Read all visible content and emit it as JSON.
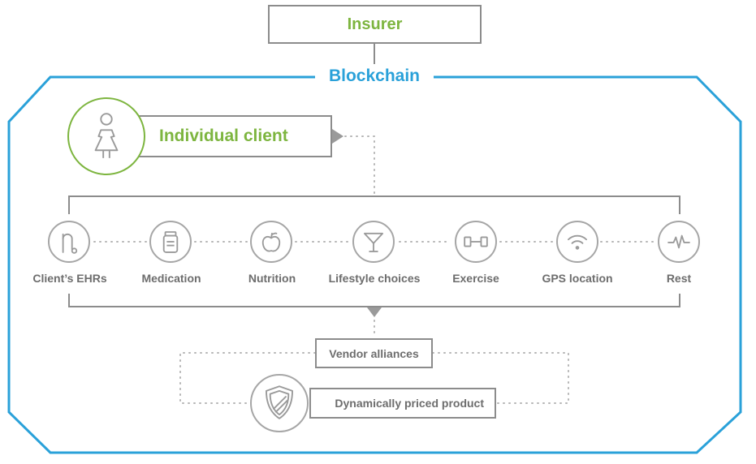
{
  "insurer": {
    "label": "Insurer"
  },
  "blockchain": {
    "label": "Blockchain"
  },
  "client": {
    "label": "Individual client",
    "icon": "person-icon"
  },
  "data_sources": [
    {
      "label": "Client’s EHRs",
      "icon": "stethoscope-icon"
    },
    {
      "label": "Medication",
      "icon": "pill-bottle-icon"
    },
    {
      "label": "Nutrition",
      "icon": "apple-icon"
    },
    {
      "label": "Lifestyle choices",
      "icon": "cocktail-glass-icon"
    },
    {
      "label": "Exercise",
      "icon": "dumbbell-icon"
    },
    {
      "label": "GPS location",
      "icon": "wifi-signal-icon"
    },
    {
      "label": "Rest",
      "icon": "heartbeat-icon"
    }
  ],
  "vendor": {
    "label": "Vendor alliances"
  },
  "product": {
    "label": "Dynamically priced product",
    "icon": "shield-icon"
  },
  "colors": {
    "green": "#7db53f",
    "blue": "#2aa1d9",
    "gray": "#8c8c8c"
  }
}
